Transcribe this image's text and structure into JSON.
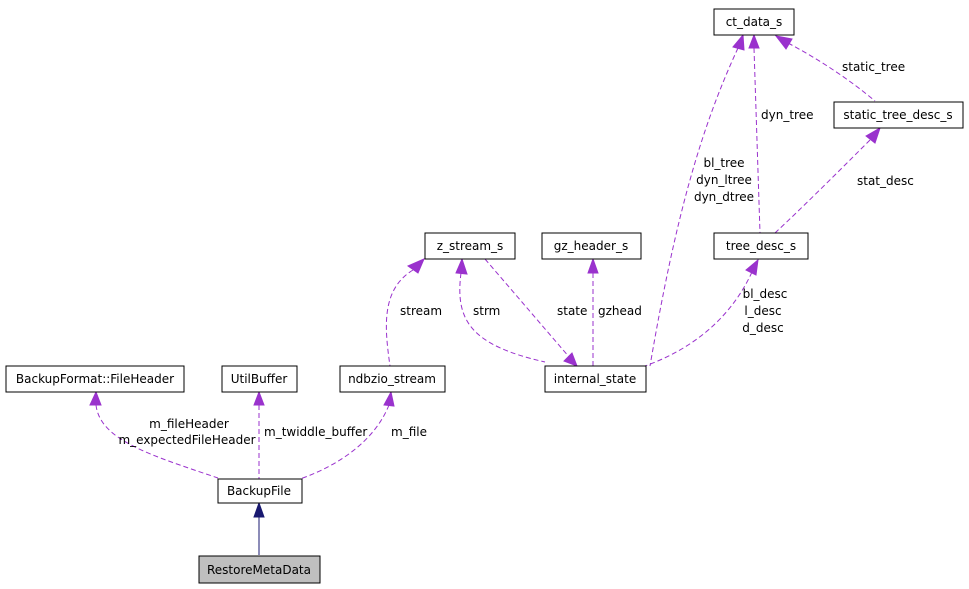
{
  "colors": {
    "usage_edge": "#9a32cd",
    "inherit_edge": "#191970",
    "highlight_node": "#bfbfbf"
  },
  "nodes": {
    "restore_meta_data": "RestoreMetaData",
    "backup_file": "BackupFile",
    "file_header": "BackupFormat::FileHeader",
    "util_buffer": "UtilBuffer",
    "ndbzio_stream": "ndbzio_stream",
    "internal_state": "internal_state",
    "z_stream_s": "z_stream_s",
    "gz_header_s": "gz_header_s",
    "tree_desc_s": "tree_desc_s",
    "ct_data_s": "ct_data_s",
    "static_tree_desc_s": "static_tree_desc_s"
  },
  "labels": {
    "m_file_header": "m_fileHeader",
    "m_expected_file_header": "m_expectedFileHeader",
    "m_twiddle_buffer": "m_twiddle_buffer",
    "m_file": "m_file",
    "stream": "stream",
    "strm": "strm",
    "state": "state",
    "gzhead": "gzhead",
    "bl_desc": "bl_desc",
    "l_desc": "l_desc",
    "d_desc": "d_desc",
    "bl_tree": "bl_tree",
    "dyn_ltree": "dyn_ltree",
    "dyn_dtree": "dyn_dtree",
    "dyn_tree": "dyn_tree",
    "static_tree": "static_tree",
    "stat_desc": "stat_desc"
  }
}
